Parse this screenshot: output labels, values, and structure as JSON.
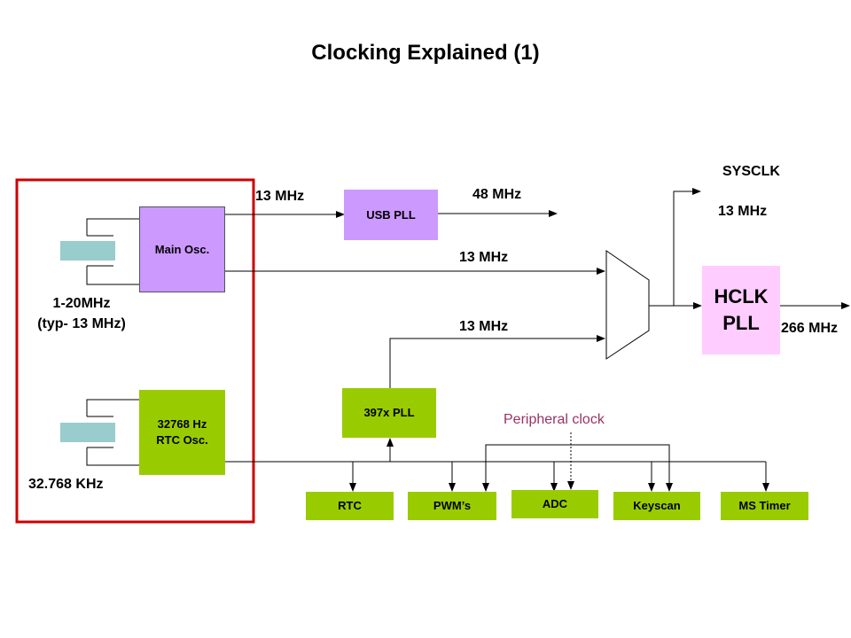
{
  "title": "Clocking Explained (1)",
  "blocks": {
    "main_osc": "Main Osc.",
    "rtc_osc_line1": "32768 Hz",
    "rtc_osc_line2": "RTC Osc.",
    "usb_pll": "USB PLL",
    "pll_397x": "397x PLL",
    "hclk_line1": "HCLK",
    "hclk_line2": "PLL"
  },
  "labels": {
    "main_freq_line1": "1-20MHz",
    "main_freq_line2": "(typ- 13 MHz)",
    "rtc_freq": "32.768 KHz",
    "usb_in": "13 MHz",
    "usb_out": "48 MHz",
    "mux_in_top": "13 MHz",
    "mux_in_bottom": "13 MHz",
    "sysclk": "SYSCLK",
    "sysclk_freq": "13 MHz",
    "hclk_out": "266 MHz",
    "peripheral_clock": "Peripheral clock"
  },
  "peripherals": [
    "RTC",
    "PWM’s",
    "ADC",
    "Keyscan",
    "MS Timer"
  ],
  "colors": {
    "purple_block": "#cc99ff",
    "green_block": "#99cc00",
    "hclk_block": "#ffccff",
    "crystal": "#99cccc",
    "oscillator_frame": "#cc0000",
    "peripheral_clock_text": "#993366"
  }
}
